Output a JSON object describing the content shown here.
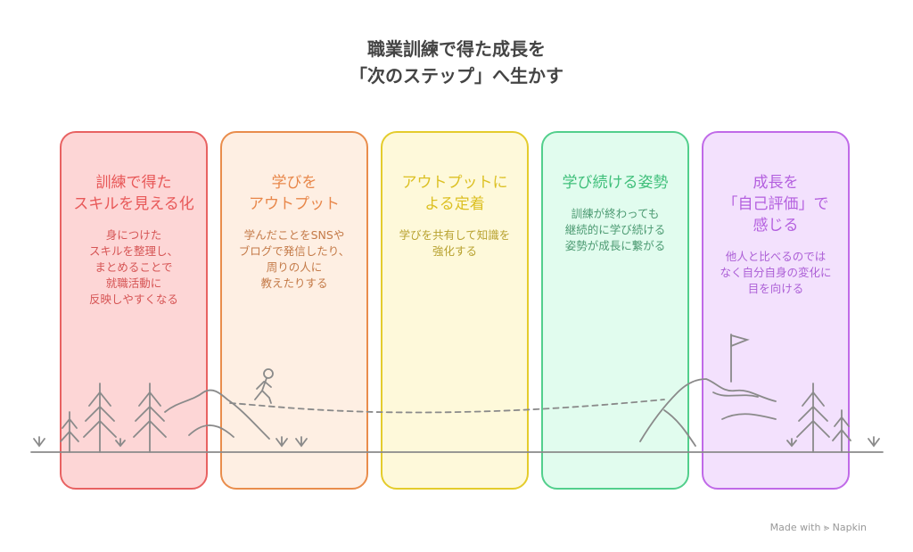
{
  "title": {
    "line1": "職業訓練で得た成長を",
    "line2": "「次のステップ」へ生かす"
  },
  "cards": [
    {
      "title": "訓練で得た\nスキルを見える化",
      "body": "身につけた\nスキルを整理し、\nまとめることで\n就職活動に\n反映しやすくなる",
      "fill": "#fdd6d6",
      "border": "#e86262",
      "title_color": "#e85858",
      "body_color": "#d65555"
    },
    {
      "title": "学びを\nアウトプット",
      "body": "学んだことをSNSや\nブログで発信したり、\n周りの人に\n教えたりする",
      "fill": "#feefe3",
      "border": "#e98d4c",
      "title_color": "#e8874a",
      "body_color": "#c47a48"
    },
    {
      "title": "アウトプットに\nよる定着",
      "body": "学びを共有して知識を\n強化する",
      "fill": "#fef9da",
      "border": "#e4cc2c",
      "title_color": "#dcc023",
      "body_color": "#b8a230"
    },
    {
      "title": "学び続ける姿勢",
      "body": "訓練が終わっても\n継続的に学び続ける\n姿勢が成長に繋がる",
      "fill": "#e1fcee",
      "border": "#52cf8c",
      "title_color": "#3fbf7a",
      "body_color": "#4c9a72"
    },
    {
      "title": "成長を\n「自己評価」で\n感じる",
      "body": "他人と比べるのでは\nなく自分自身の変化に\n目を向ける",
      "fill": "#f3e1fd",
      "border": "#c06ae8",
      "title_color": "#b460df",
      "body_color": "#ac5fd6"
    }
  ],
  "credit": "Made with ⪢ Napkin"
}
